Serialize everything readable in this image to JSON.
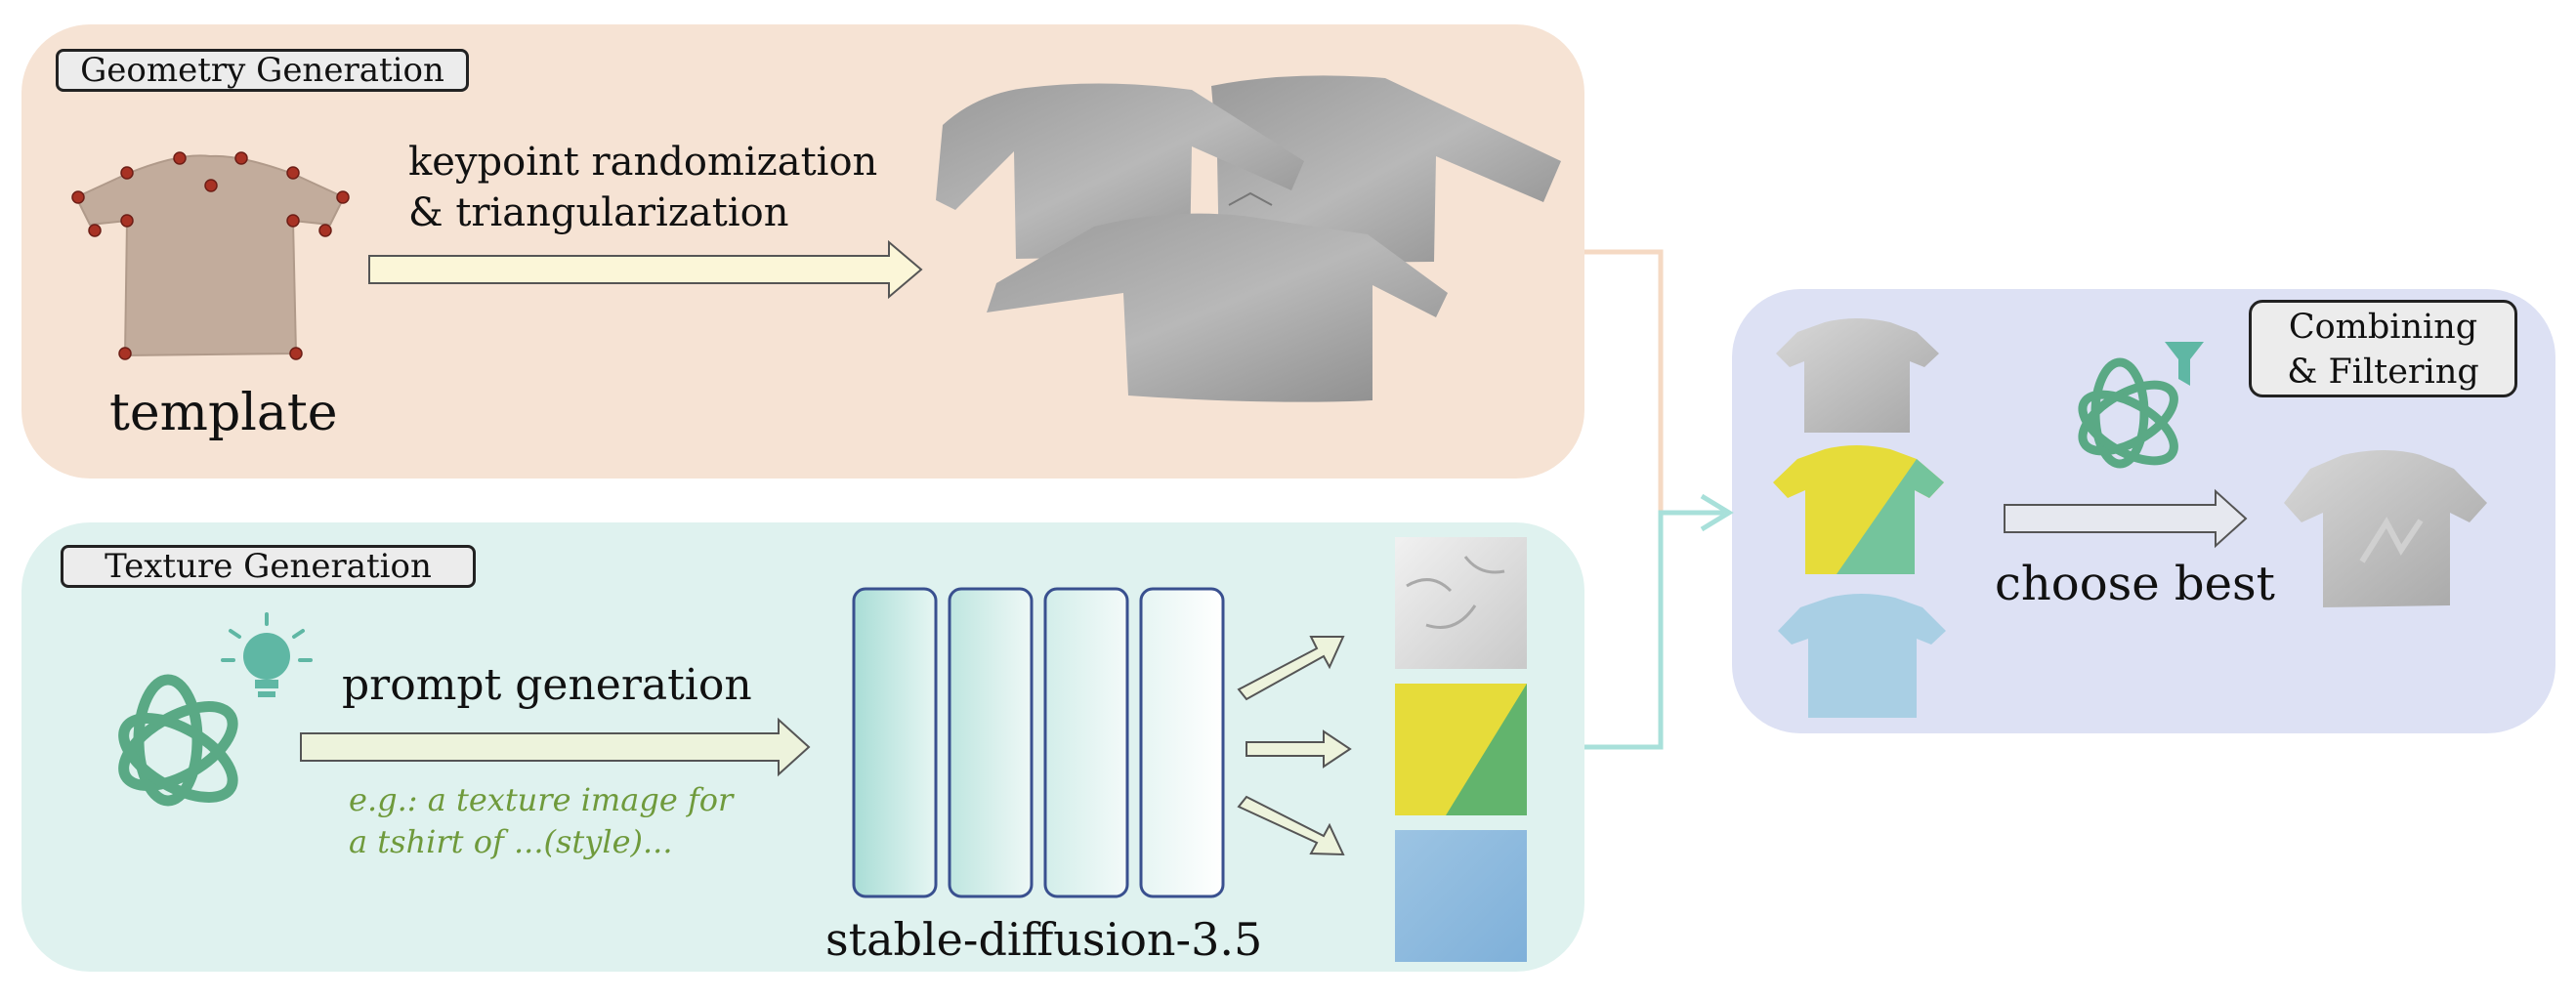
{
  "geometry": {
    "tag": "Geometry Generation",
    "template_label": "template",
    "arrow_label_1": "keypoint randomization",
    "arrow_label_2": "& triangularization"
  },
  "texture": {
    "tag": "Texture Generation",
    "prompt_label": "prompt generation",
    "example_line_1": "e.g.: a texture image for",
    "example_line_2": "a tshirt of ...(style)...",
    "model_label": "stable-diffusion-3.5"
  },
  "combining": {
    "tag_line_1": "Combining",
    "tag_line_2": "& Filtering",
    "choose_label": "choose best"
  },
  "colors": {
    "geometry_bg": "#f6e3d4",
    "texture_bg": "#dff2ef",
    "combining_bg": "#dde1f4",
    "connector_geo": "#f5d9c3",
    "connector_tex": "#a8e0da",
    "openai_green": "#5aa985",
    "keypoint": "#a83224",
    "arrow_fill_geo": "#fbf6d8",
    "arrow_fill_tex": "#edf3dc",
    "arrow_fill_comb": "#e6e8ef"
  },
  "icons": [
    "openai-logo-icon",
    "lightbulb-icon",
    "filter-funnel-icon"
  ]
}
